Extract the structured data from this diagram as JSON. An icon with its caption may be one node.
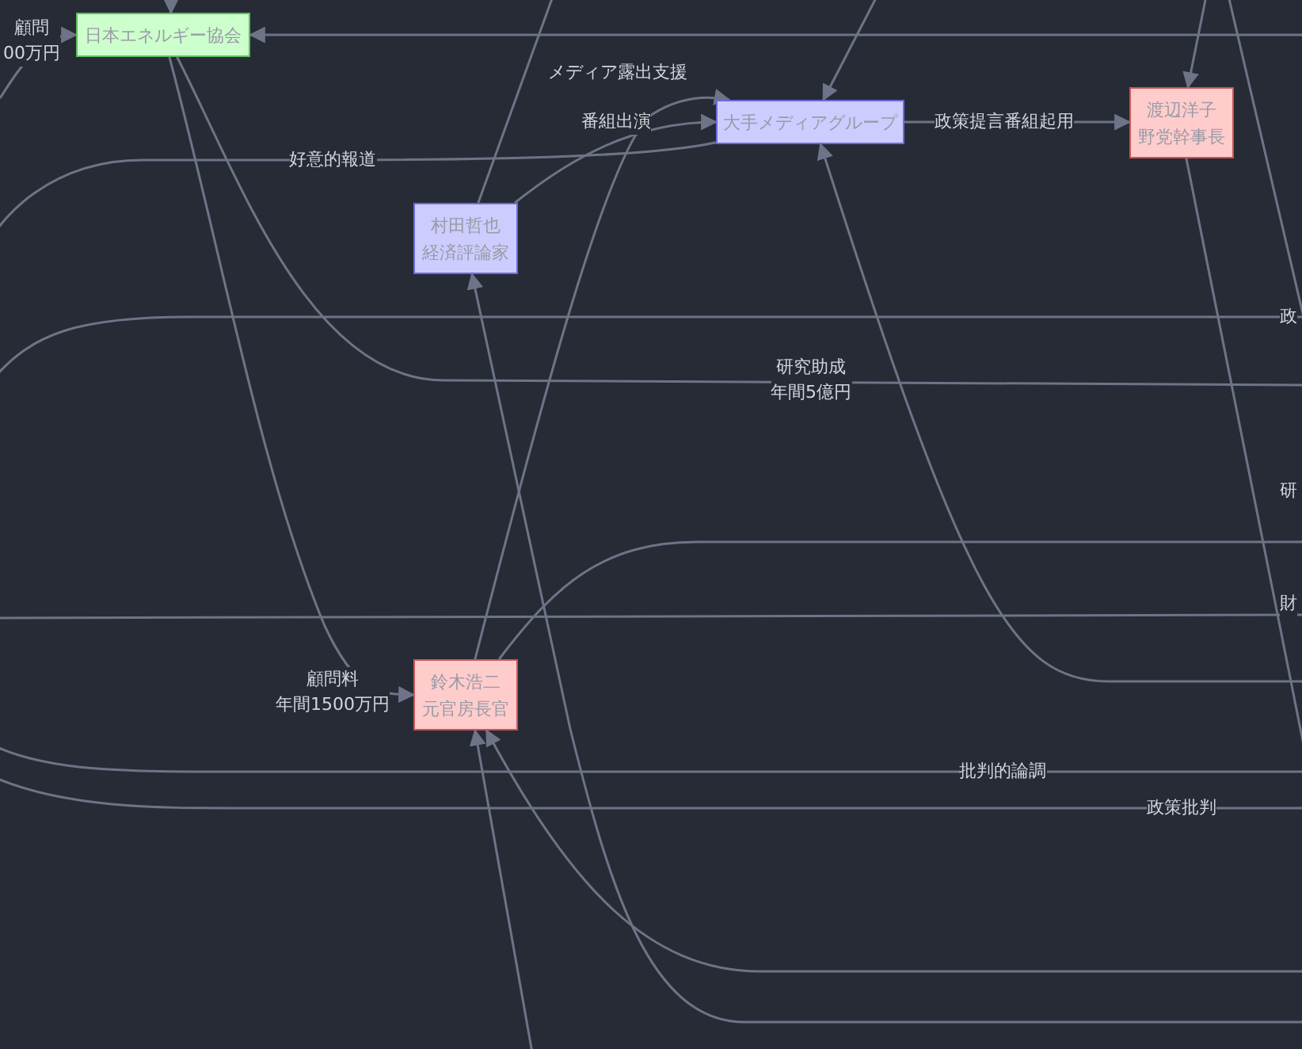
{
  "diagram": {
    "nodes": [
      {
        "text": [
          "日本エネルギー協会"
        ]
      },
      {
        "text": [
          "大手メディアグループ"
        ]
      },
      {
        "text": [
          "渡辺洋子",
          "野党幹事長"
        ]
      },
      {
        "text": [
          "村田哲也",
          "経済評論家"
        ]
      },
      {
        "text": [
          "鈴木浩二",
          "元官房長官"
        ]
      }
    ],
    "edges": [
      {
        "from": null,
        "to": 0,
        "arrow": "to",
        "label": "顧問00万円"
      },
      {
        "from": null,
        "to": 0,
        "arrow": "to"
      },
      {
        "from": null,
        "to": 0,
        "arrow": "to"
      },
      {
        "from": null,
        "to": 1,
        "arrow": "to"
      },
      {
        "from": null,
        "to": 2,
        "arrow": "to"
      },
      {
        "from": 3,
        "to": 1,
        "arrow": "to",
        "label": "番組出演"
      },
      {
        "from": 4,
        "to": 1,
        "arrow": "to",
        "label": "メディア露出支援"
      },
      {
        "from": 1,
        "to": null,
        "arrow": "none",
        "label": "好意的報道"
      },
      {
        "from": 3,
        "to": null,
        "arrow": "none"
      },
      {
        "from": null,
        "to": 3,
        "arrow": "to"
      },
      {
        "from": 0,
        "to": 4,
        "arrow": "to",
        "label": "顧問料年間1500万円"
      },
      {
        "from": 0,
        "to": null,
        "arrow": "none",
        "label": "研究助成年間5億円"
      },
      {
        "from": null,
        "to": 1,
        "arrow": "to"
      },
      {
        "from": 2,
        "to": null,
        "arrow": "none"
      },
      {
        "from": null,
        "to": 4,
        "arrow": "to"
      },
      {
        "from": null,
        "to": 4,
        "arrow": "to"
      },
      {
        "from": 4,
        "to": null,
        "arrow": "none"
      },
      {
        "from": 1,
        "to": 2,
        "arrow": "to",
        "label": "政策提言番組起用"
      }
    ],
    "labels": [
      "政",
      "研",
      "財",
      "批判的論調",
      "政策批判"
    ]
  }
}
